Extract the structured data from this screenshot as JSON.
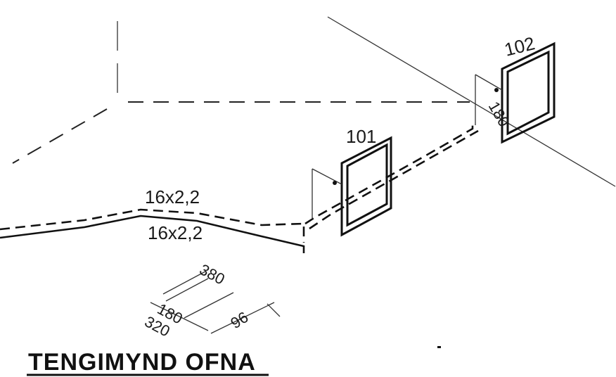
{
  "drawing": {
    "title": "TENGIMYND OFNA",
    "pipe_label_top": "16x2,2",
    "pipe_label_bottom": "16x2,2",
    "radiators": [
      {
        "id_label": "101"
      },
      {
        "id_label": "102",
        "height_label": "180"
      }
    ],
    "dimensions": {
      "d380": "380",
      "d180": "180",
      "d320": "320",
      "d96": "96"
    }
  }
}
